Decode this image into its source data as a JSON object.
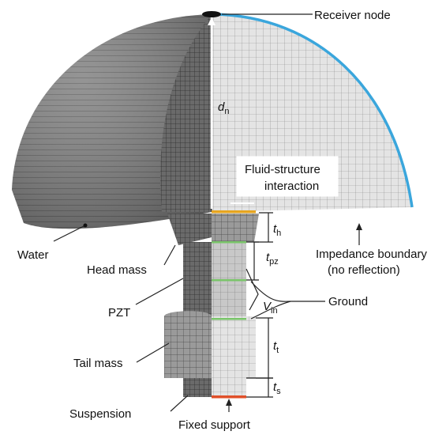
{
  "labels": {
    "receiver_node": "Receiver node",
    "dn_symbol": "d",
    "dn_sub": "n",
    "fsi_line1": "Fluid-structure",
    "fsi_line2": "interaction",
    "water": "Water",
    "head_mass": "Head mass",
    "pzt": "PZT",
    "tail_mass": "Tail mass",
    "suspension": "Suspension",
    "fixed_support": "Fixed support",
    "impedance_line1": "Impedance boundary",
    "impedance_line2": "(no reflection)",
    "ground": "Ground",
    "vin_symbol": "V",
    "vin_sub": "in",
    "th_symbol": "t",
    "th_sub": "h",
    "tpz_symbol": "t",
    "tpz_sub": "pz",
    "tt_symbol": "t",
    "tt_sub": "t",
    "ts_symbol": "t",
    "ts_sub": "s"
  },
  "colors": {
    "boundary": "#3aa6dc",
    "fsi_interface": "#e6a520",
    "ground_electrode": "#7ac56a",
    "fixed_support": "#e0502a",
    "mesh_dark": "#3a3a3a",
    "mesh_light": "#d8d8d8"
  }
}
